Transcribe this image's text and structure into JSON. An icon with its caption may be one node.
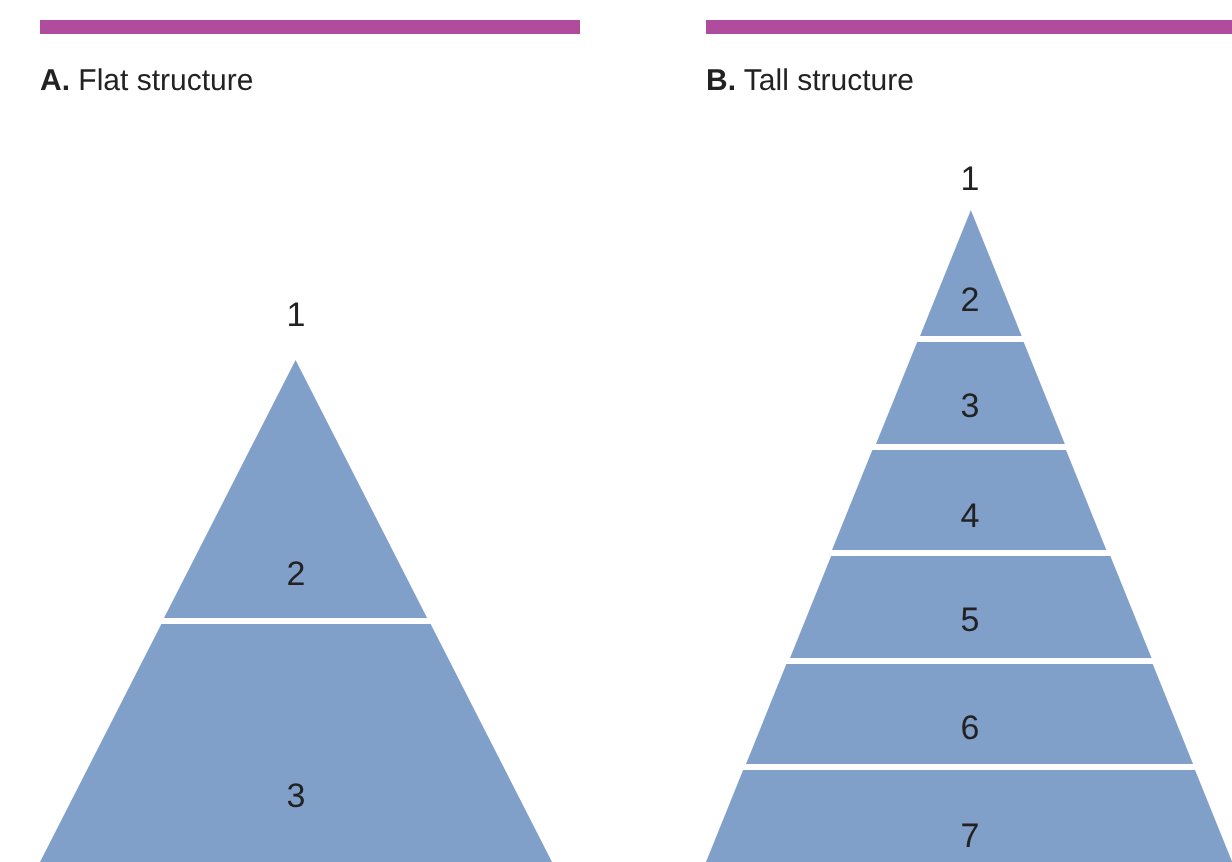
{
  "diagram": {
    "nodes": [
      {
        "text": [
          "2"
        ]
      },
      {
        "text": [
          "3"
        ]
      },
      {
        "text": [
          "2"
        ]
      },
      {
        "text": [
          "3"
        ]
      },
      {
        "text": [
          "4"
        ]
      },
      {
        "text": [
          "5"
        ]
      },
      {
        "text": [
          "6"
        ]
      },
      {
        "text": [
          "7"
        ]
      }
    ],
    "labels": [
      "**A.** Flat structure",
      "**B.** Tall structure",
      "1",
      "1"
    ]
  }
}
